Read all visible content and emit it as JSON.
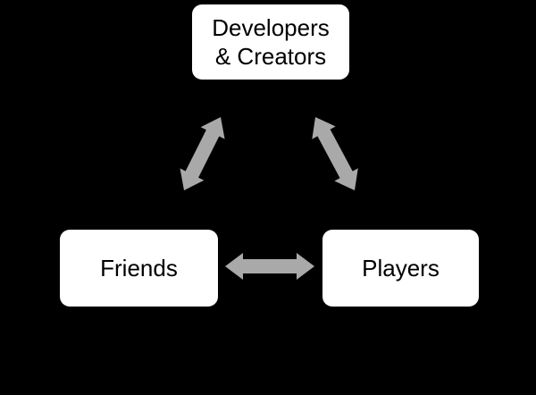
{
  "colors": {
    "background": "#000000",
    "node_fill": "#ffffff",
    "node_text": "#000000",
    "arrow": "#a9a9a9"
  },
  "diagram": {
    "nodes": [
      {
        "id": "developers-creators",
        "lines": [
          "Developers",
          "& Creators"
        ]
      },
      {
        "id": "friends",
        "lines": [
          "Friends"
        ]
      },
      {
        "id": "players",
        "lines": [
          "Players"
        ]
      }
    ],
    "connections": [
      {
        "from": "Developers & Creators",
        "to": "Friends",
        "bidirectional": true
      },
      {
        "from": "Developers & Creators",
        "to": "Players",
        "bidirectional": true
      },
      {
        "from": "Friends",
        "to": "Players",
        "bidirectional": true
      }
    ]
  }
}
